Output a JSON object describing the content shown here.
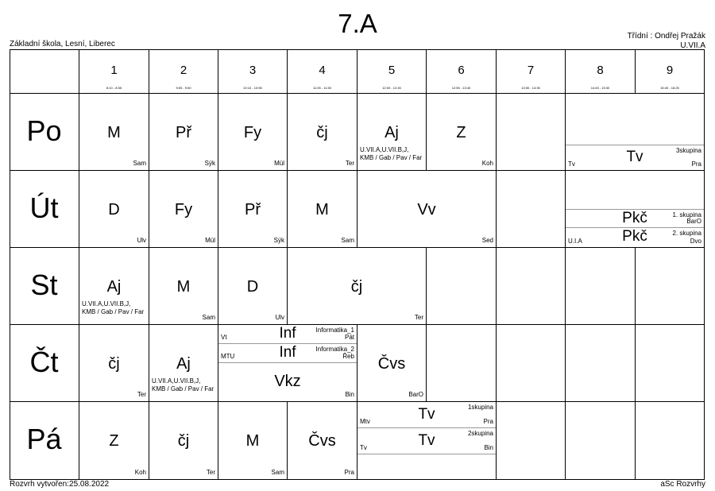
{
  "header": {
    "title": "7.A",
    "school": "Základní škola, Lesní, Liberec",
    "teacher": "Třídní : Ondřej Pražák",
    "room": "U.VII.A"
  },
  "footer": {
    "created": "Rozvrh vytvořen:25.08.2022",
    "brand": "aSc Rozvrhy"
  },
  "periods": [
    {
      "num": "1",
      "time": "8:10 - 8:55"
    },
    {
      "num": "2",
      "time": "9:05 - 9:50"
    },
    {
      "num": "3",
      "time": "10:10 - 10:55"
    },
    {
      "num": "4",
      "time": "11:05 - 11:50"
    },
    {
      "num": "5",
      "time": "12:00 - 12:45"
    },
    {
      "num": "6",
      "time": "12:55 - 13:40"
    },
    {
      "num": "7",
      "time": "13:50 - 14:35"
    },
    {
      "num": "8",
      "time": "14:45 - 15:30"
    },
    {
      "num": "9",
      "time": "15:40 - 16:25"
    }
  ],
  "days": [
    "Po",
    "Út",
    "St",
    "Čt",
    "Pá"
  ],
  "lessons": {
    "po": [
      {
        "subject": "M",
        "teacher": "Sam"
      },
      {
        "subject": "Př",
        "teacher": "Sýk"
      },
      {
        "subject": "Fy",
        "teacher": "Mül"
      },
      {
        "subject": "čj",
        "teacher": "Ter"
      },
      {
        "subject": "Aj",
        "group": "U.VII.A,U.VII.B,J,",
        "group2": "KMB / Gab / Pav / Far"
      },
      {
        "subject": "Z",
        "teacher": "Koh"
      },
      {
        "subject": "Tv",
        "room": "Tv",
        "grp": "3skupina",
        "teacher": "Pra"
      }
    ],
    "ut": [
      {
        "subject": "D",
        "teacher": "Ulv"
      },
      {
        "subject": "Fy",
        "teacher": "Mül"
      },
      {
        "subject": "Př",
        "teacher": "Sýk"
      },
      {
        "subject": "M",
        "teacher": "Sam"
      },
      {
        "subject": "Vv",
        "teacher": "Sed"
      },
      {
        "subject": "Pkč",
        "room": "",
        "grp": "1. skupina",
        "teacher": "BarO"
      },
      {
        "subject": "Pkč",
        "room": "U.I.A",
        "grp": "2. skupina",
        "teacher": "Dvo"
      }
    ],
    "st": [
      {
        "subject": "Aj",
        "group": "U.VII.A,U.VII.B,J,",
        "group2": "KMB / Gab / Pav / Far"
      },
      {
        "subject": "M",
        "teacher": "Sam"
      },
      {
        "subject": "D",
        "teacher": "Ulv"
      },
      {
        "subject": "čj",
        "teacher": "Ter"
      }
    ],
    "ct": [
      {
        "subject": "čj",
        "teacher": "Ter"
      },
      {
        "subject": "Aj",
        "group": "U.VII.A,U.VII.B,J,",
        "group2": "KMB / Gab / Pav / Far"
      },
      {
        "subject": "Inf",
        "room": "Vt",
        "grp": "Informatika_1",
        "teacher": "Pát"
      },
      {
        "subject": "Inf",
        "room": "MTU",
        "grp": "Informatika_2",
        "teacher": "Řeb"
      },
      {
        "subject": "Vkz",
        "teacher": "Bin"
      },
      {
        "subject": "Čvs",
        "teacher": "BarO"
      }
    ],
    "pa": [
      {
        "subject": "Z",
        "teacher": "Koh"
      },
      {
        "subject": "čj",
        "teacher": "Ter"
      },
      {
        "subject": "M",
        "teacher": "Sam"
      },
      {
        "subject": "Čvs",
        "teacher": "Pra"
      },
      {
        "subject": "Tv",
        "room": "Mtv",
        "grp": "1skupina",
        "teacher": "Pra"
      },
      {
        "subject": "Tv",
        "room": "Tv",
        "grp": "2skupina",
        "teacher": "Bin"
      }
    ]
  }
}
